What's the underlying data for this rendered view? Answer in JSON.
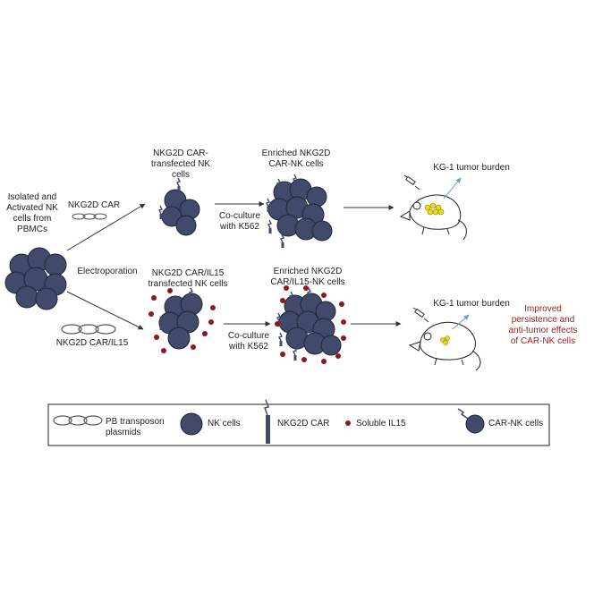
{
  "left_label": "Isolated and Activated NK cells from PBMCs",
  "top": {
    "plasmid_label": "NKG2D CAR",
    "transfected_label": "NKG2D CAR-transfected NK cells",
    "coculture_label": "Co-culture with K562",
    "enriched_label": "Enriched NKG2D CAR-NK cells",
    "tumor_label": "KG-1 tumor burden"
  },
  "middle_label": "Electroporation",
  "bottom": {
    "plasmid_label": "NKG2D CAR/IL15",
    "transfected_label": "NKG2D CAR/IL15 transfected NK cells",
    "coculture_label": "Co-culture with K562",
    "enriched_label": "Enriched NKG2D CAR/IL15-NK cells",
    "tumor_label": "KG-1 tumor burden"
  },
  "outcome_text": "Improved persistence and anti-tumor effects of CAR-NK cells",
  "legend": {
    "transposon": "PB transposon plasmids",
    "nk_cells": "NK cells",
    "car": "NKG2D CAR",
    "il15": "Soluble IL15",
    "car_nk": "CAR-NK cells"
  },
  "colors": {
    "cell_fill": "#414a6b",
    "cell_stroke": "#1f2538",
    "il15": "#8b1a1a",
    "tumor": "#e6dd1e",
    "blue_arrow": "#6a9fd4",
    "outcome_text": "#a01c1c"
  }
}
